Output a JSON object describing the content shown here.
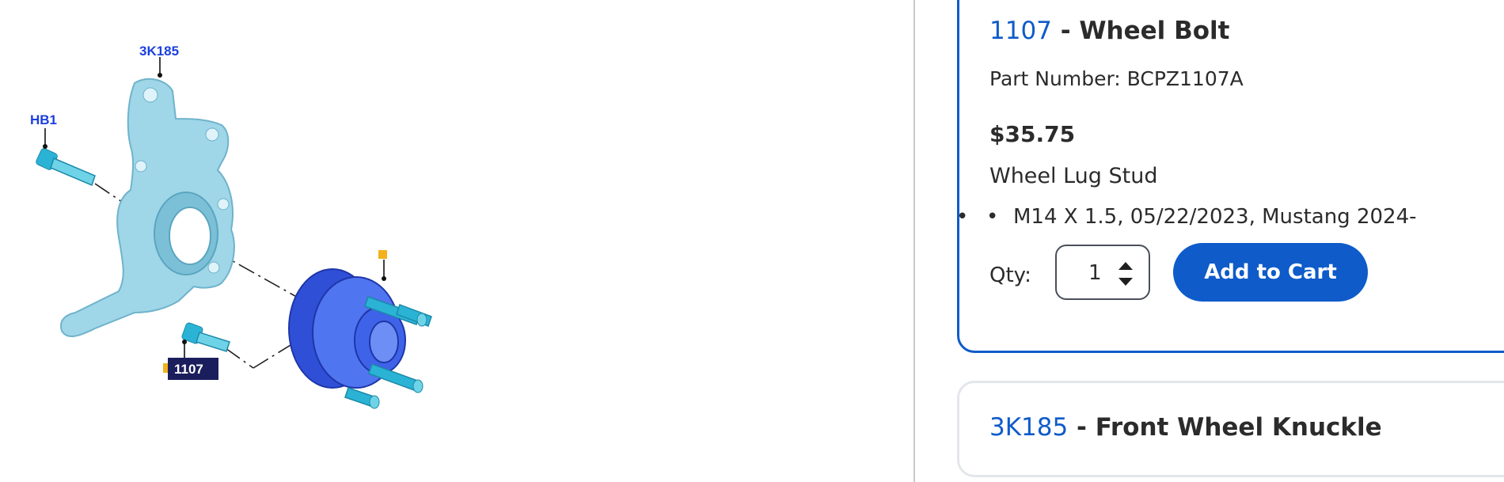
{
  "diagram": {
    "callouts": {
      "knuckle": "3K185",
      "bolt_upper": "HB1",
      "wheel_bolt": "1107"
    }
  },
  "selected_part": {
    "number": "1107",
    "separator": " - ",
    "name": "Wheel Bolt",
    "part_number_line": "Part Number: BCPZ1107A",
    "price": "$35.75",
    "description": "Wheel Lug Stud",
    "notes": [
      "M14 X 1.5, 05/22/2023, Mustang 2024-"
    ],
    "qty_label": "Qty:",
    "qty_value": "1",
    "add_to_cart_label": "Add to Cart"
  },
  "next_part": {
    "number": "3K185",
    "separator": " - ",
    "name": "Front Wheel Knuckle"
  },
  "colors": {
    "accent": "#0e5bc9",
    "callout_blue": "#1a3fe0",
    "badge_navy": "#1b1e5c",
    "knuckle": "#9fd6e8",
    "hub": "#3e63e8",
    "stud": "#2bb3d6",
    "marker": "#f2b21b"
  }
}
